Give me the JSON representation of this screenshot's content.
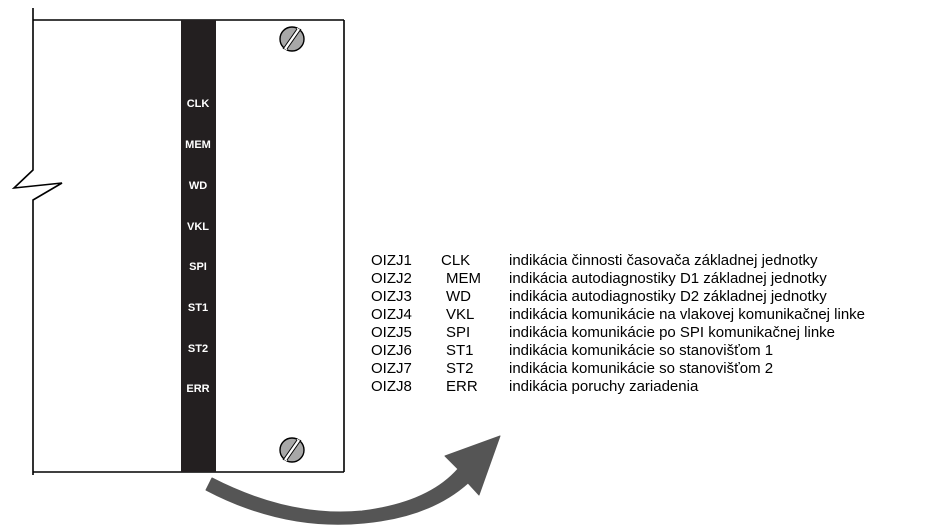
{
  "panel": {
    "strip_color": "#231f20",
    "screw_color": "#a8a8a8",
    "led_labels": [
      "CLK",
      "MEM",
      "WD",
      "VKL",
      "SPI",
      "ST1",
      "ST2",
      "ERR"
    ]
  },
  "legend": {
    "rows": [
      {
        "code": "OIZJ1",
        "label": "CLK",
        "description": "indikácia činnosti časovača základnej jednotky"
      },
      {
        "code": "OIZJ2",
        "label": "MEM",
        "description": "indikácia autodiagnostiky D1 základnej jednotky"
      },
      {
        "code": "OIZJ3",
        "label": "WD",
        "description": "indikácia autodiagnostiky D2 základnej jednotky"
      },
      {
        "code": "OIZJ4",
        "label": "VKL",
        "description": "indikácia komunikácie na vlakovej komunikačnej linke"
      },
      {
        "code": "OIZJ5",
        "label": "SPI",
        "description": "indikácia komunikácie po SPI komunikačnej linke"
      },
      {
        "code": "OIZJ6",
        "label": "ST1",
        "description": "indikácia komunikácie so stanovišťom 1"
      },
      {
        "code": "OIZJ7",
        "label": "ST2",
        "description": "indikácia komunikácie so stanovišťom 2"
      },
      {
        "code": "OIZJ8",
        "label": "ERR",
        "description": "indikácia poruchy zariadenia"
      }
    ]
  },
  "arrow": {
    "color": "#555555"
  }
}
